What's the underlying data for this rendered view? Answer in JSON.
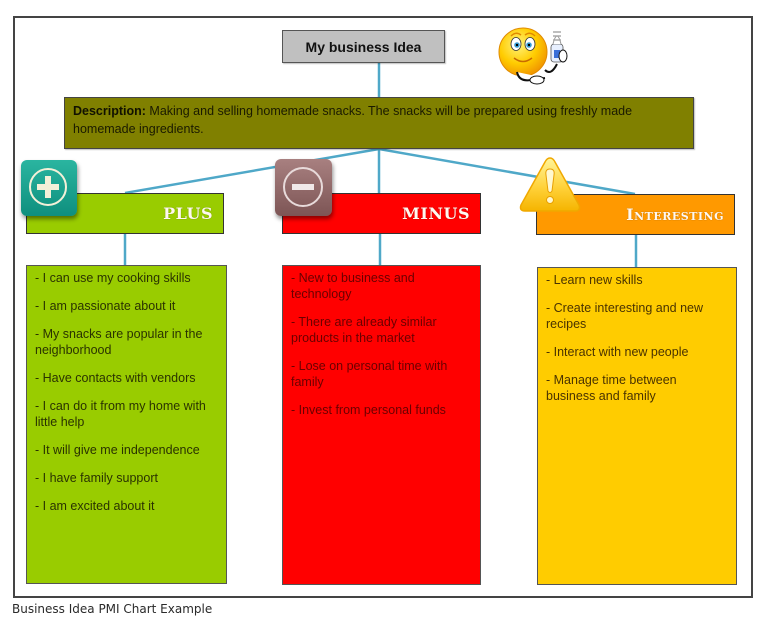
{
  "diagram": {
    "title": "My business Idea",
    "description_label": "Description:",
    "description_text": " Making and selling homemade snacks. The snacks will be prepared using freshly made homemade ingredients.",
    "columns": [
      {
        "key": "plus",
        "header": "PLUS",
        "icon": "plus-circle-icon",
        "color": "#99cc00",
        "items": [
          "- I can use my cooking skills",
          "- I am passionate about it",
          "- My snacks are popular in the neighborhood",
          "- Have contacts with vendors",
          "- I can do it from my home with little help",
          "- It will give me independence",
          "- I have family support",
          "- I am excited about it"
        ]
      },
      {
        "key": "minus",
        "header": "MINUS",
        "icon": "minus-circle-icon",
        "color": "#ff0000",
        "items": [
          "-  New to business and technology",
          "- There are already similar products in the market",
          "- Lose on personal time with family",
          "- Invest from personal funds"
        ]
      },
      {
        "key": "interesting",
        "header": "Interesting",
        "icon": "warning-triangle-icon",
        "color": "#ff9900",
        "body_color": "#ffcc00",
        "items": [
          "- Learn new skills",
          "- Create interesting and new recipes",
          "- Interact with new people",
          "- Manage time between business and family"
        ]
      }
    ],
    "connector_color": "#4fa8c8",
    "title_box_color": "#c0c0c0",
    "description_box_color": "#808000"
  },
  "caption": "Business Idea PMI Chart Example"
}
